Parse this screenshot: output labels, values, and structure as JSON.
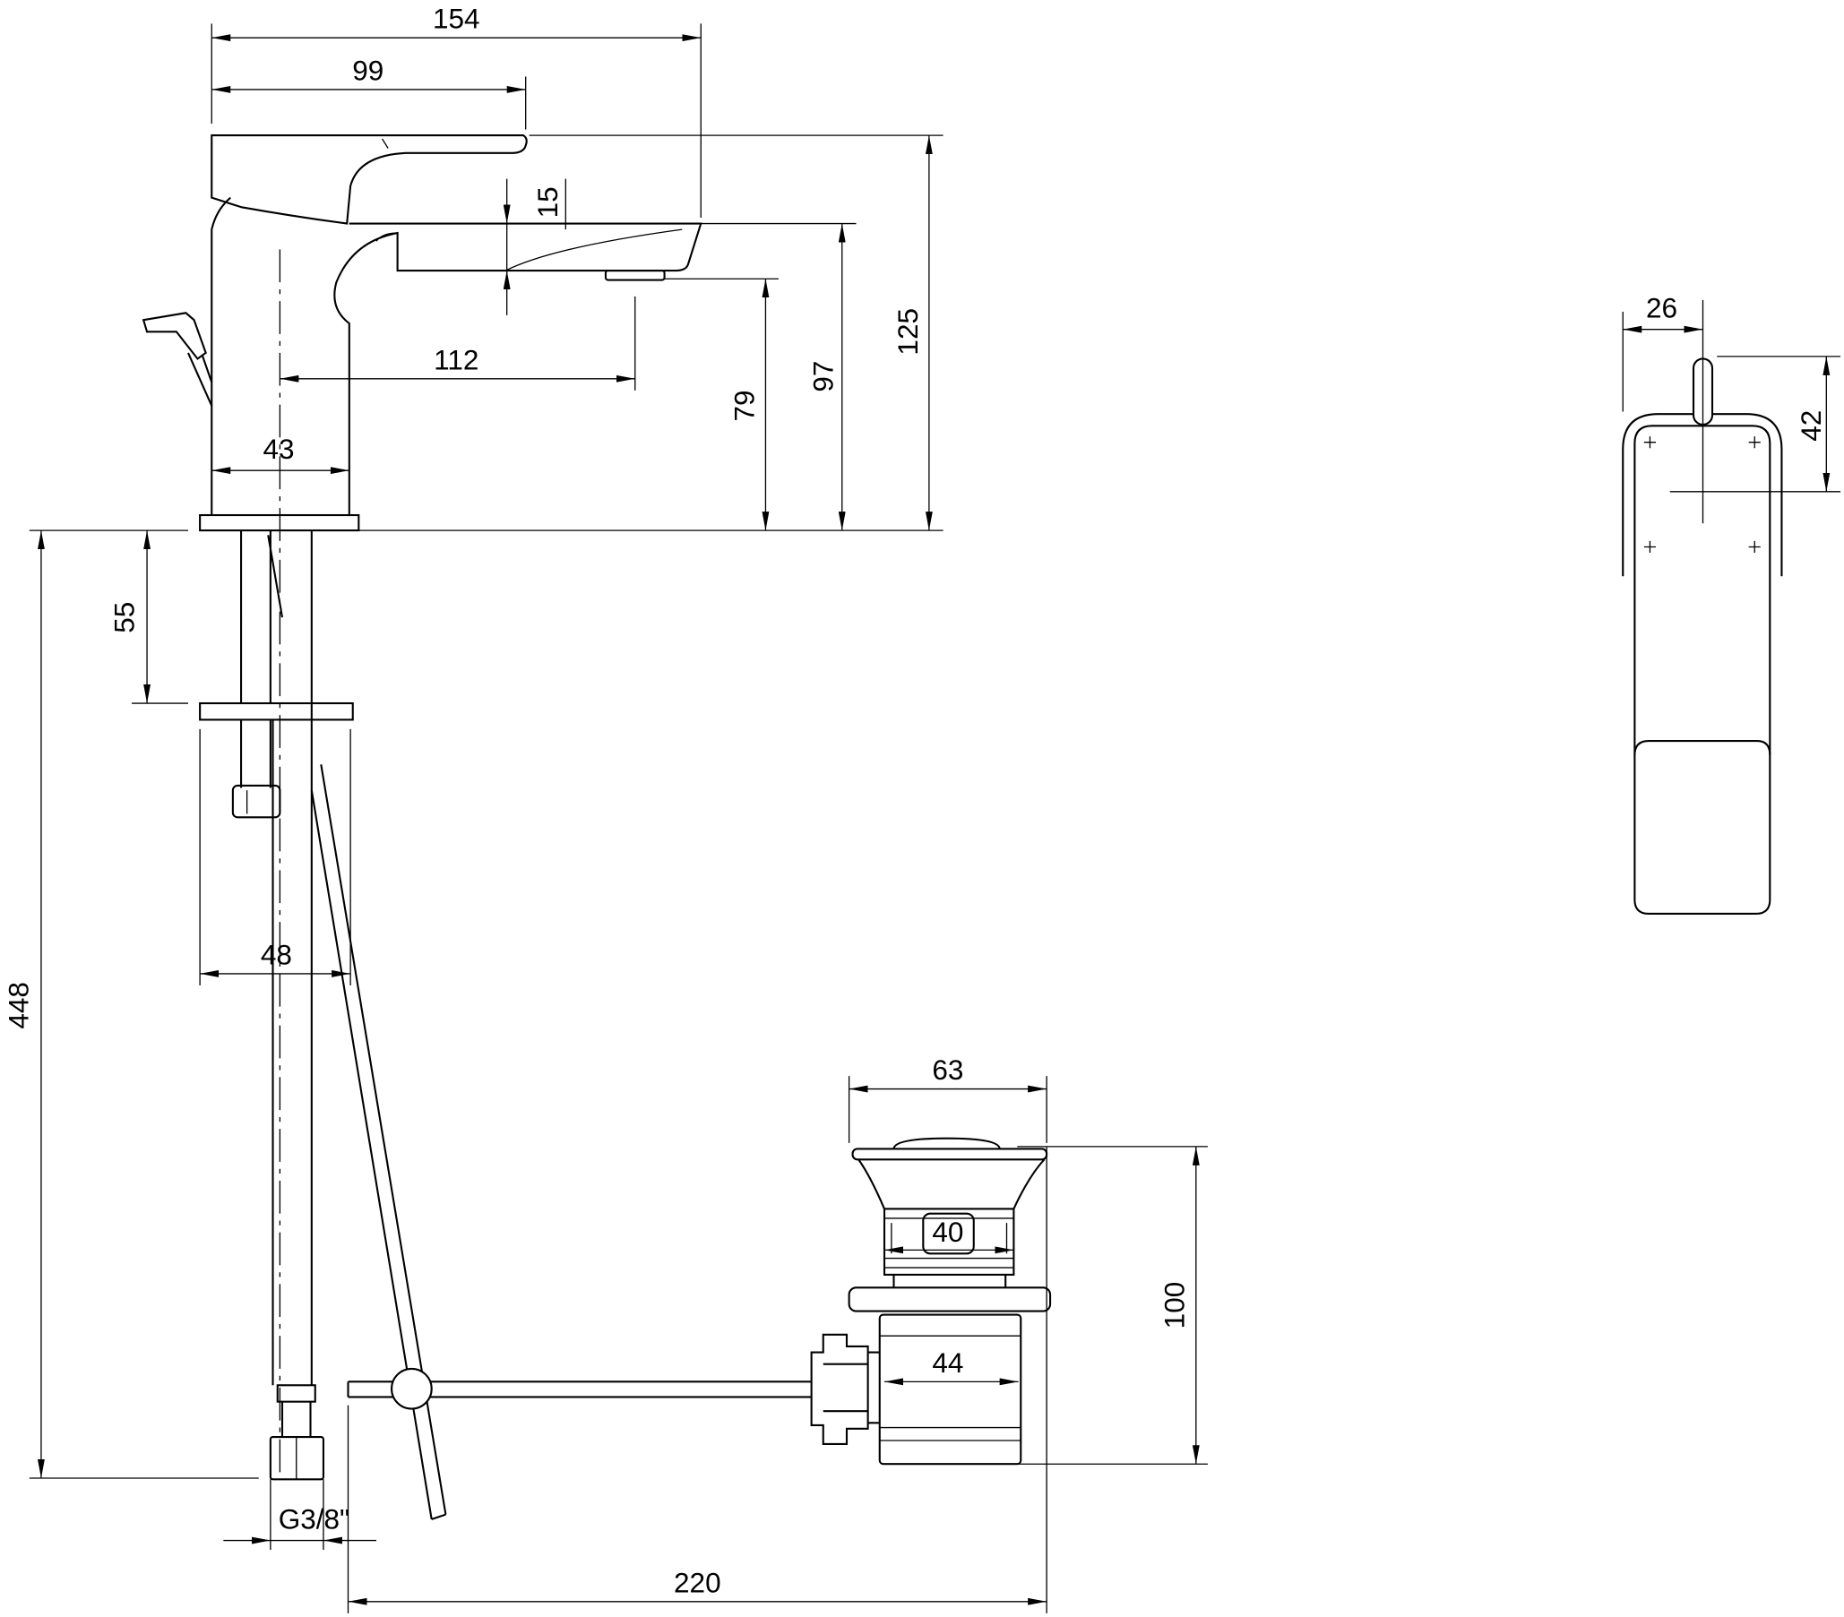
{
  "drawing": {
    "line_color": "#000000",
    "background": "#ffffff",
    "units": "",
    "dimensions": {
      "d154": "154",
      "d99": "99",
      "d15": "15",
      "d112": "112",
      "d43": "43",
      "d79": "79",
      "d97": "97",
      "d125": "125",
      "d55": "55",
      "d448": "448",
      "d48": "48",
      "thread": "G3/8\"",
      "d220": "220",
      "d63": "63",
      "d40": "40",
      "d44": "44",
      "d100": "100",
      "d26": "26",
      "d42": "42"
    }
  }
}
